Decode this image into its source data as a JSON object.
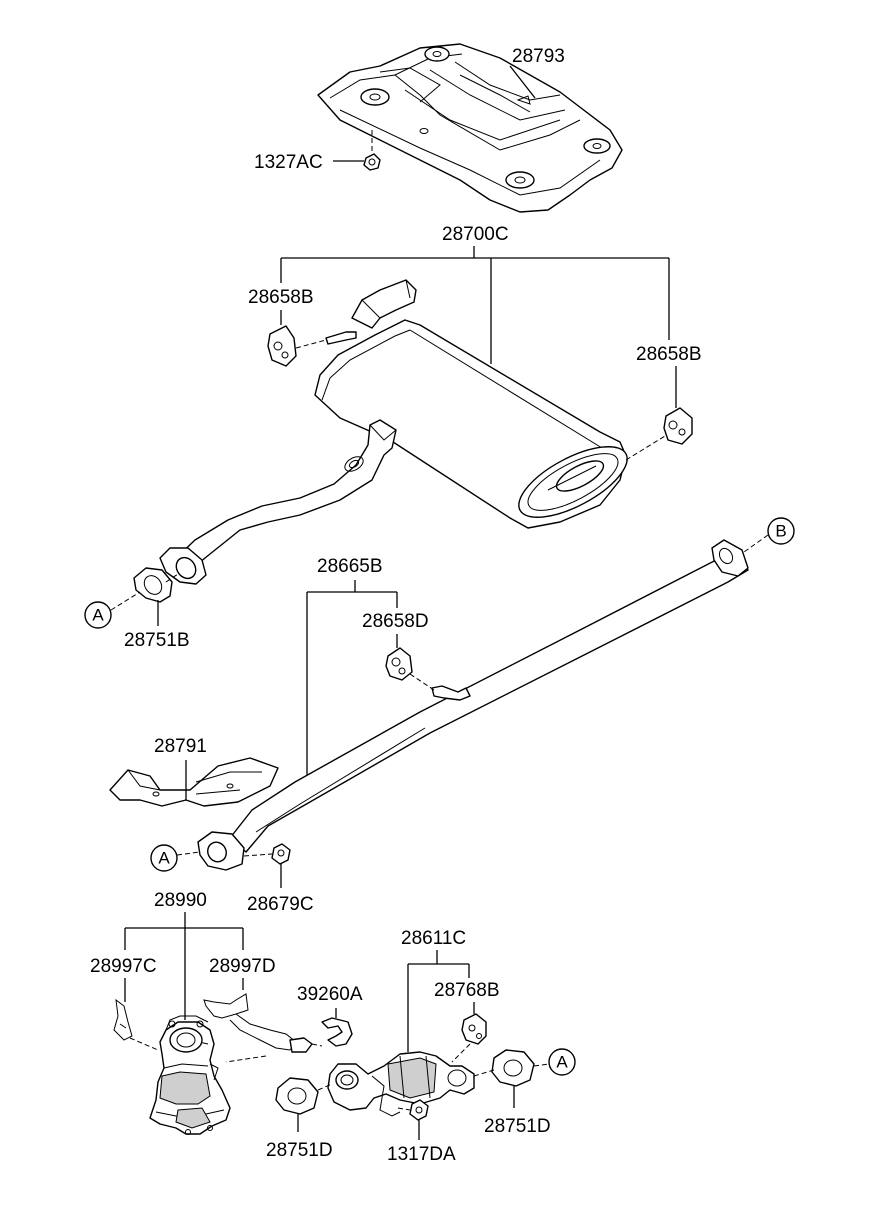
{
  "labels": {
    "p28793": "28793",
    "p1327AC": "1327AC",
    "p28700C": "28700C",
    "p28658B_left": "28658B",
    "p28658B_right": "28658B",
    "p28751B": "28751B",
    "p28665B": "28665B",
    "p28658D": "28658D",
    "p28791": "28791",
    "p28679C": "28679C",
    "p28990": "28990",
    "p28997C": "28997C",
    "p28997D": "28997D",
    "p39260A": "39260A",
    "p28611C": "28611C",
    "p28768B": "28768B",
    "p28751D_left": "28751D",
    "p1317DA": "1317DA",
    "p28751D_right": "28751D"
  },
  "refs": {
    "a_top": "A",
    "a_mid": "A",
    "a_bottom": "A",
    "b": "B"
  }
}
